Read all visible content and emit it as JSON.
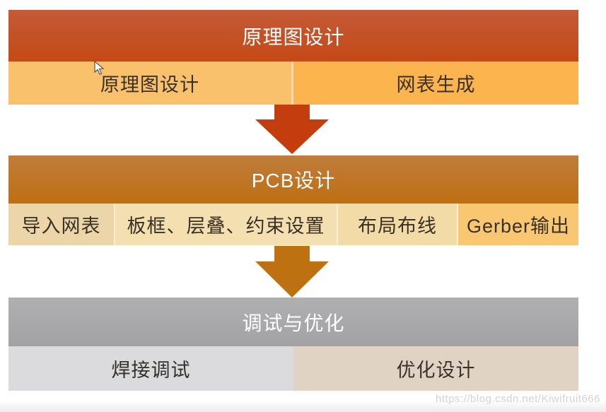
{
  "sections": [
    {
      "title": "原理图设计",
      "cells": [
        {
          "label": "原理图设计"
        },
        {
          "label": "网表生成"
        }
      ]
    },
    {
      "title": "PCB设计",
      "cells": [
        {
          "label": "导入网表"
        },
        {
          "label": "板框、层叠、约束设置"
        },
        {
          "label": "布局布线"
        },
        {
          "label": "Gerber输出"
        }
      ]
    },
    {
      "title": "调试与优化",
      "cells": [
        {
          "label": "焊接调试"
        },
        {
          "label": "优化设计"
        }
      ]
    }
  ],
  "watermark": "https://blog.csdn.net/Kiwifruit666",
  "colors": {
    "schematic_header_top": "#C45A38",
    "schematic_header_bottom": "#C54915",
    "schematic_cell_left": "#FAC16C",
    "schematic_cell_right": "#FBB44E",
    "arrow_red": "#C33D0E",
    "pcb_header_top": "#C07C3C",
    "pcb_header_bottom": "#BE6F12",
    "pcb_cell_1": "#EBD5A9",
    "pcb_cell_2": "#F3DFB0",
    "pcb_cell_3": "#F2DBA6",
    "pcb_cell_4": "#F9C672",
    "arrow_orange": "#BE7110",
    "debug_header": "#A9A9AB",
    "debug_cell_left": "#DBDADC",
    "debug_cell_right": "#E1D3C3",
    "cell_text": "#3A3126",
    "header_text": "#FFFFFF"
  }
}
